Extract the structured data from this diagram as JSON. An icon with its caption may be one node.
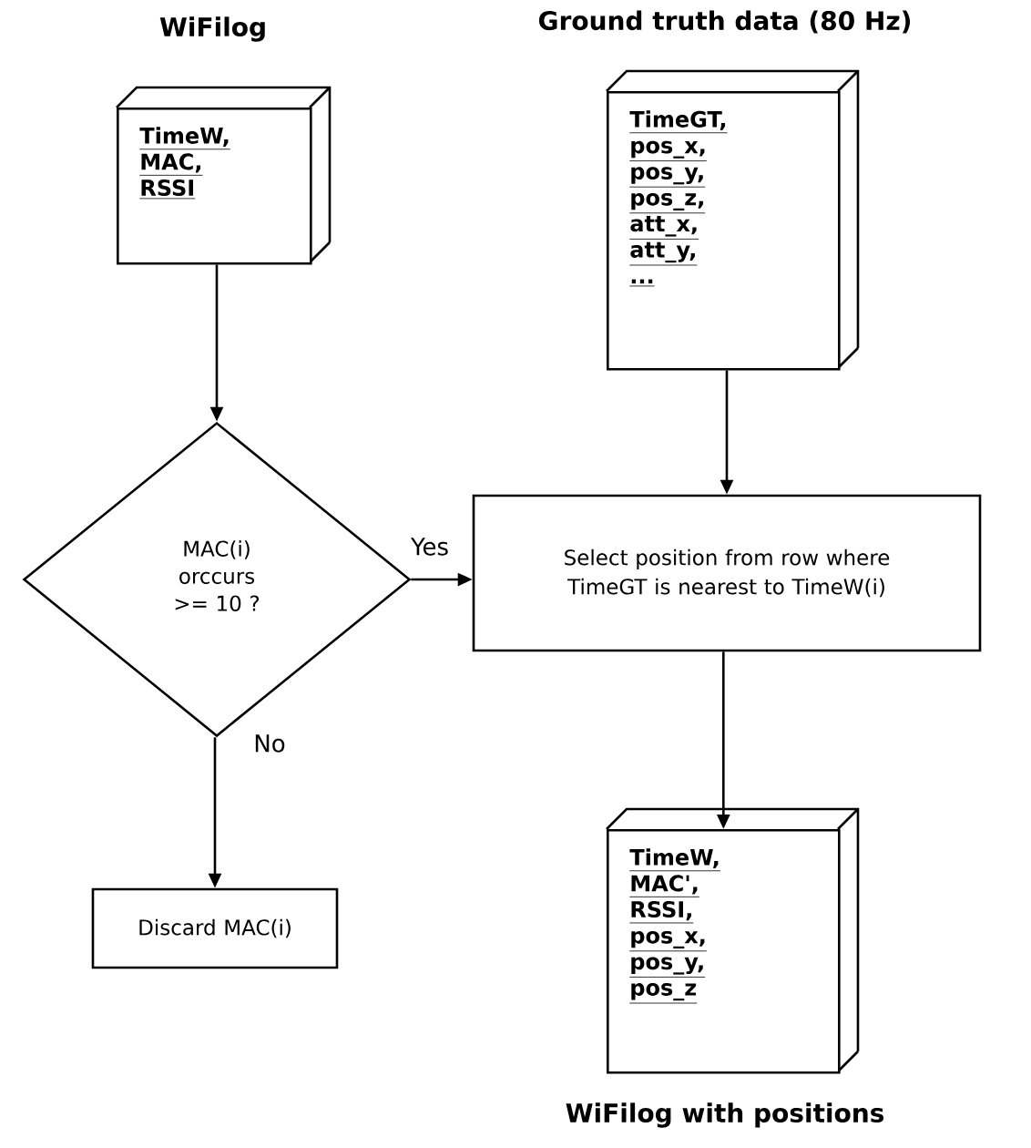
{
  "diagram": {
    "nodes": [
      {
        "text": [
          "WiFilog",
          "TimeW,",
          "MAC,",
          "RSSI"
        ]
      },
      {
        "text": [
          "Ground truth data (80 Hz)",
          "TimeGT,",
          "pos_x,",
          "pos_y,",
          "pos_z,",
          "att_x,",
          "att_y,",
          "..."
        ]
      },
      {
        "text": [
          "MAC(i) orccurs >= 10 ?"
        ]
      },
      {
        "text": [
          "Select position from row where TimeGT is nearest to TimeW(i)"
        ]
      },
      {
        "text": [
          "Discard MAC(i)"
        ]
      },
      {
        "text": [
          "TimeW,",
          "MAC',",
          "RSSI,",
          "pos_x,",
          "pos_y,",
          "pos_z",
          "WiFilog with positions"
        ]
      }
    ],
    "edges": [
      {
        "from": 0,
        "to": 2,
        "arrow": "to"
      },
      {
        "from": 1,
        "to": 3,
        "arrow": "to"
      },
      {
        "from": 2,
        "to": 3,
        "arrow": "to",
        "label": "Yes"
      },
      {
        "from": 2,
        "to": 4,
        "arrow": "to",
        "label": "No"
      },
      {
        "from": 3,
        "to": 5,
        "arrow": "to"
      }
    ]
  }
}
